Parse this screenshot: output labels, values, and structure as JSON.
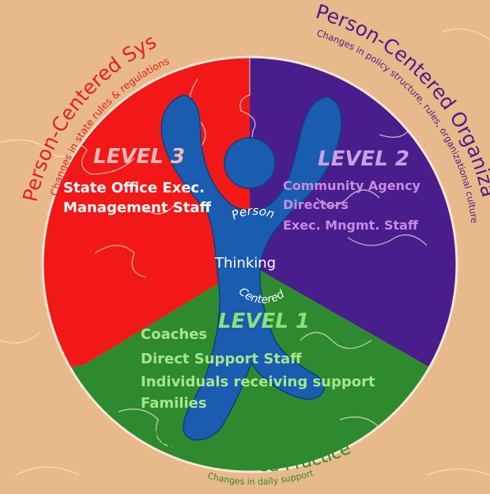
{
  "colors": {
    "background": "#e8b98a",
    "system": "#f21818",
    "organization": "#4a1d8c",
    "practice": "#2e8a2e",
    "figure": "#1a5cb0",
    "puzzle_lines": "#f0e0d0"
  },
  "icons": [
    "person-figure-icon",
    "puzzle-pattern"
  ],
  "outer_labels": {
    "system": {
      "title": "Person-Centered System",
      "subtitle": "Changes in state rules & regulations"
    },
    "organization": {
      "title": "Person-Centered Organization",
      "subtitle": "Changes in policy structure, rules, organizational culture"
    },
    "practice": {
      "title": "Person-Centered Practice",
      "subtitle": "Changes in daily support"
    }
  },
  "levels": {
    "level3": {
      "heading": "LEVEL 3",
      "lines": [
        "State Office Exec.",
        "Management Staff"
      ]
    },
    "level2": {
      "heading": "LEVEL 2",
      "lines": [
        "Community Agency",
        "Directors",
        "Exec. Mngmt. Staff"
      ]
    },
    "level1": {
      "heading": "LEVEL 1",
      "lines": [
        "Coaches",
        "Direct Support Staff",
        "Individuals receiving support",
        "Families"
      ]
    }
  },
  "center": {
    "top": "Person",
    "middle": "Thinking",
    "bottom": "Centered"
  }
}
